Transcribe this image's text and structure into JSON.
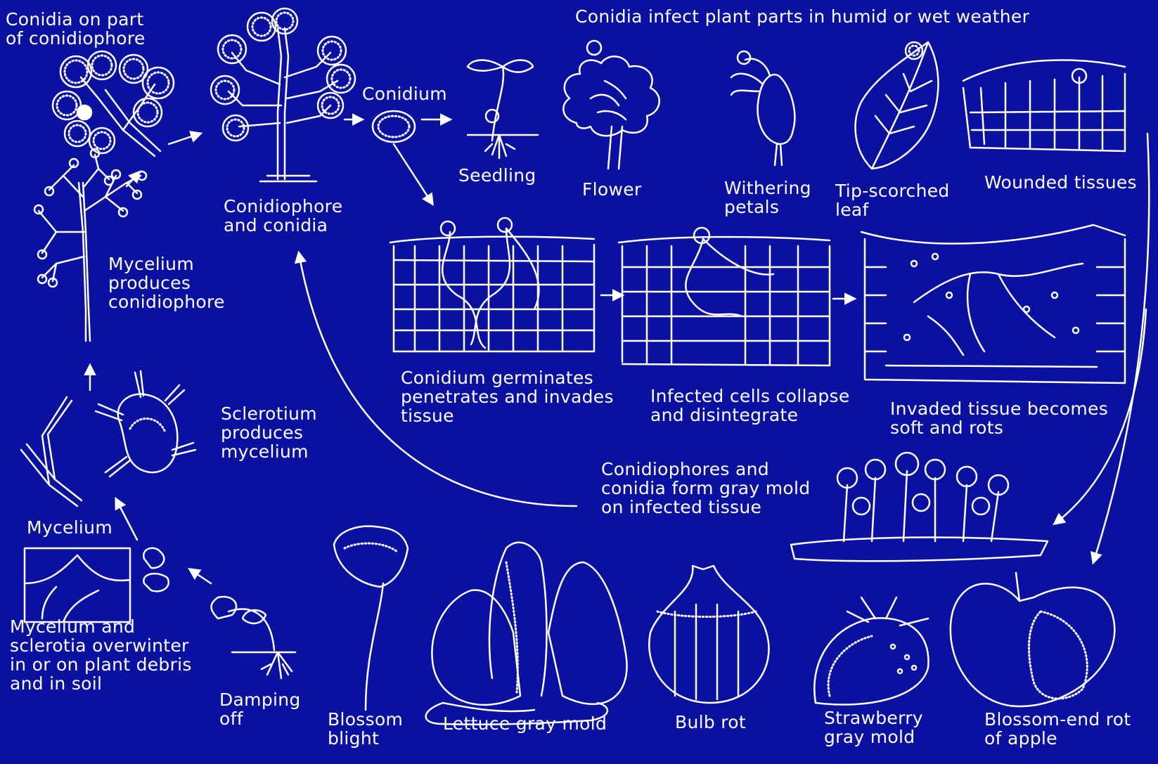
{
  "labels": {
    "conidia_on_part": "Conidia on part\nof conidiophore",
    "mycelium_produces": "Mycelium\nproduces\nconidiophore",
    "conidiophore_and_conidia": "Conidiophore\nand conidia",
    "conidium": "Conidium",
    "seedling": "Seedling",
    "infect_title": "Conidia infect plant parts in humid or wet weather",
    "flower": "Flower",
    "withering_petals": "Withering\npetals",
    "tip_scorched_leaf": "Tip-scorched\nleaf",
    "wounded_tissues": "Wounded tissues",
    "sclerotium_produces": "Sclerotium\nproduces\nmycelium",
    "conidium_germinates": "Conidium germinates\npenetrates and invades\ntissue",
    "infected_cells": "Infected cells collapse\nand disintegrate",
    "invaded_tissue": "Invaded tissue becomes\nsoft and rots",
    "gray_mold": "Conidiophores and\nconidia form gray mold\non infected tissue",
    "mycelium": "Mycelium",
    "overwinter": "Mycelium and\nsclerotia overwinter\nin or on plant debris\nand in soil",
    "damping_off": "Damping\noff",
    "blossom_blight": "Blossom\nblight",
    "lettuce": "Lettuce gray mold",
    "bulb_rot": "Bulb rot",
    "strawberry": "Strawberry\ngray mold",
    "apple": "Blossom-end rot\nof apple"
  },
  "colors": {
    "background": "#0a10a0",
    "ink": "#ffffff"
  }
}
